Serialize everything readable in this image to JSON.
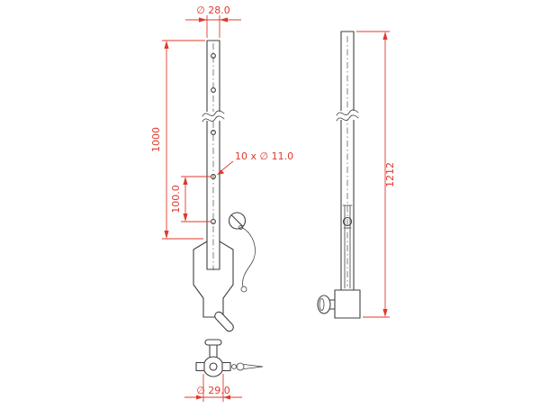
{
  "drawing": {
    "type": "technical-dimension-drawing",
    "views": {
      "front": "front view of drilled tube with clamp",
      "side": "side view of tube with clamp and knob",
      "bottom": "top view of spigot with wing knob and safety pin"
    },
    "dimensions": {
      "tube_diameter": "∅ 28.0",
      "tube_length": "1000",
      "hole_spacing": "100.0",
      "holes_callout": "10 x ∅ 11.0",
      "overall_length": "1212",
      "spigot_diameter": "∅ 29.0"
    },
    "colors": {
      "dimension_red": "#e0392e",
      "geometry_gray": "#3f3f3f",
      "background": "#ffffff"
    }
  }
}
